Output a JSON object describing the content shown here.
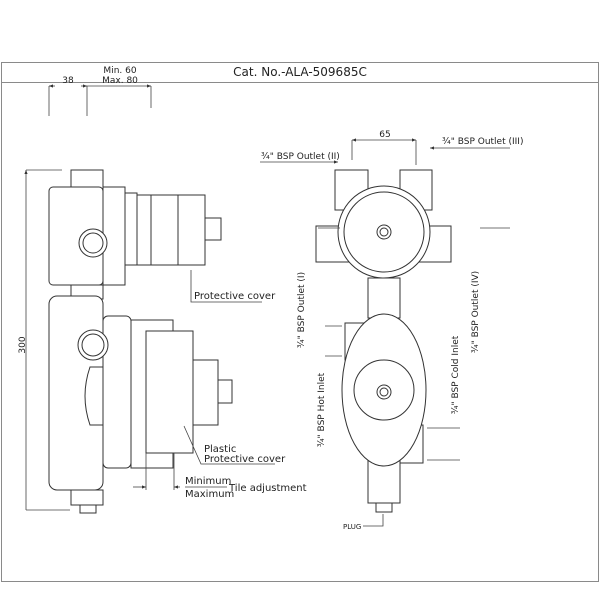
{
  "title": "Cat. No.-ALA-509685C",
  "side_view": {
    "dim_38": "38",
    "dim_min": "Min. 60",
    "dim_max": "Max. 80",
    "dim_height": "300",
    "protective_cover": "Protective cover",
    "plastic": "Plastic",
    "plastic_cover": "Protective cover",
    "minimum": "Minimum",
    "maximum": "Maximum",
    "tile_adjustment": "Tile adjustment"
  },
  "front_view": {
    "dim_65": "65",
    "outlet_ii": "¾\" BSP Outlet (II)",
    "outlet_iii": "¾\" BSP Outlet (III)",
    "outlet_i": "¾\" BSP Outlet (I)",
    "outlet_iv": "¾\" BSP Outlet (IV)",
    "hot_inlet": "¾\" BSP Hot Inlet",
    "cold_inlet": "¾\" BSP Cold Inlet",
    "plug": "PLUG"
  }
}
